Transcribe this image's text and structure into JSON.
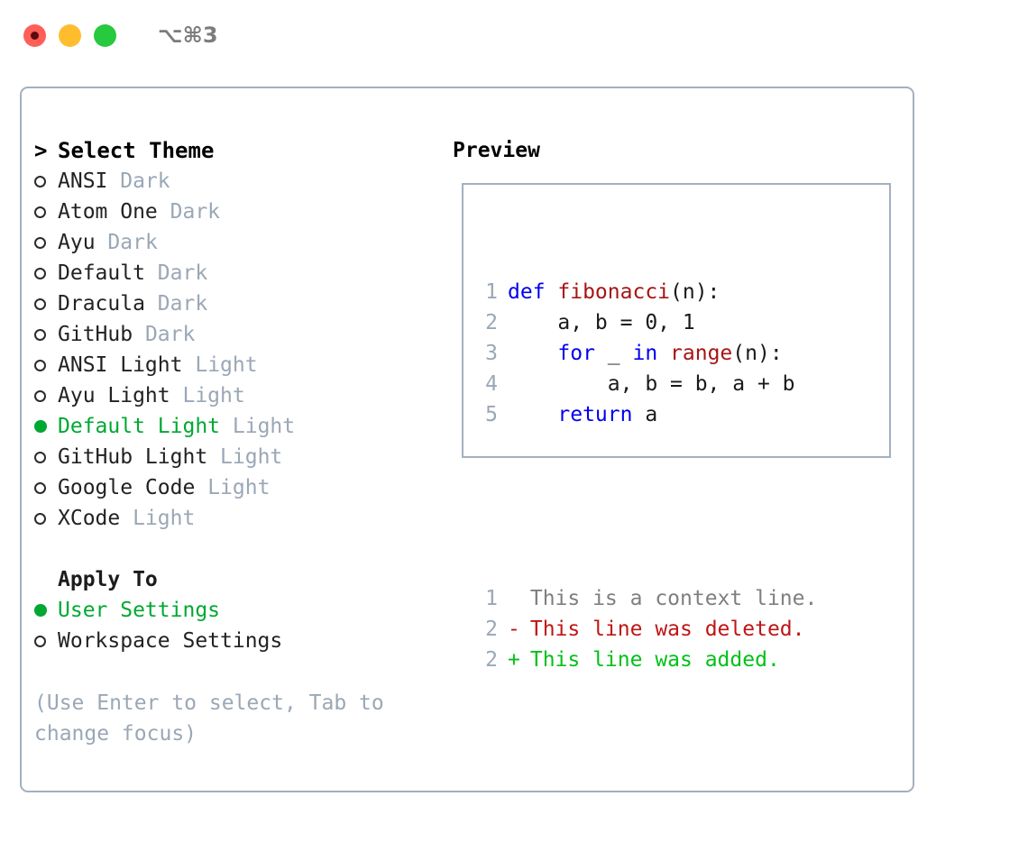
{
  "titlebar": {
    "shortcut": "⌥⌘3",
    "buttons": [
      "close",
      "minimize",
      "zoom"
    ]
  },
  "theme_picker": {
    "header": "Select Theme",
    "caret": ">",
    "items": [
      {
        "name": "ANSI",
        "variant": "Dark",
        "selected": false
      },
      {
        "name": "Atom One",
        "variant": "Dark",
        "selected": false
      },
      {
        "name": "Ayu",
        "variant": "Dark",
        "selected": false
      },
      {
        "name": "Default",
        "variant": "Dark",
        "selected": false
      },
      {
        "name": "Dracula",
        "variant": "Dark",
        "selected": false
      },
      {
        "name": "GitHub",
        "variant": "Dark",
        "selected": false
      },
      {
        "name": "ANSI Light",
        "variant": "Light",
        "selected": false
      },
      {
        "name": "Ayu Light",
        "variant": "Light",
        "selected": false
      },
      {
        "name": "Default Light",
        "variant": "Light",
        "selected": true
      },
      {
        "name": "GitHub Light",
        "variant": "Light",
        "selected": false
      },
      {
        "name": "Google Code",
        "variant": "Light",
        "selected": false
      },
      {
        "name": "XCode",
        "variant": "Light",
        "selected": false
      }
    ]
  },
  "apply_to": {
    "title": "Apply To",
    "options": [
      {
        "label": "User Settings",
        "selected": true
      },
      {
        "label": "Workspace Settings",
        "selected": false
      }
    ]
  },
  "hint": "(Use Enter to select, Tab to change focus)",
  "preview": {
    "title": "Preview",
    "code_lines": [
      {
        "num": "1",
        "tokens": [
          {
            "t": "def ",
            "c": "kw"
          },
          {
            "t": "fibonacci",
            "c": "fn"
          },
          {
            "t": "(n):",
            "c": "plain"
          }
        ]
      },
      {
        "num": "2",
        "tokens": [
          {
            "t": "    a, b = 0, 1",
            "c": "plain"
          }
        ]
      },
      {
        "num": "3",
        "tokens": [
          {
            "t": "    ",
            "c": "plain"
          },
          {
            "t": "for",
            "c": "kw"
          },
          {
            "t": " _ ",
            "c": "plain"
          },
          {
            "t": "in",
            "c": "kw"
          },
          {
            "t": " ",
            "c": "plain"
          },
          {
            "t": "range",
            "c": "fn"
          },
          {
            "t": "(n):",
            "c": "plain"
          }
        ]
      },
      {
        "num": "4",
        "tokens": [
          {
            "t": "        a, b = b, a + b",
            "c": "plain"
          }
        ]
      },
      {
        "num": "5",
        "tokens": [
          {
            "t": "    ",
            "c": "plain"
          },
          {
            "t": "return",
            "c": "kw"
          },
          {
            "t": " a",
            "c": "plain"
          }
        ]
      }
    ],
    "diff_lines": [
      {
        "num": "1",
        "marker": " ",
        "text": " This is a context line.",
        "kind": "context"
      },
      {
        "num": "2",
        "marker": "-",
        "text": " This line was deleted.",
        "kind": "deleted"
      },
      {
        "num": "2",
        "marker": "+",
        "text": " This line was added.",
        "kind": "added"
      }
    ]
  },
  "colors": {
    "accent_green": "#00a832",
    "muted": "#9aa7b6",
    "keyword_blue": "#0000ee",
    "function_red": "#a81414",
    "diff_deleted": "#c01515",
    "diff_added": "#00c118",
    "border": "#a3b0bf"
  }
}
